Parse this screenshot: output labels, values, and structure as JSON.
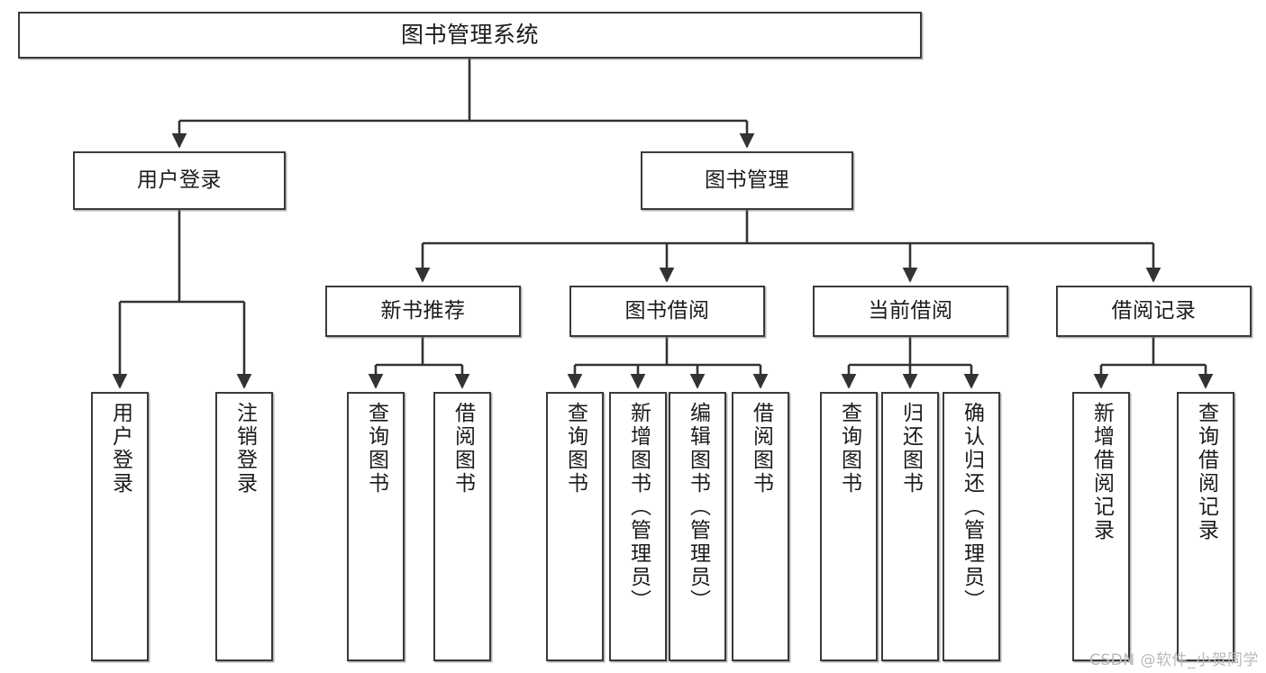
{
  "diagram": {
    "title": "图书管理系统",
    "type": "hierarchy-tree",
    "colors": {
      "box_border": "#3a3a3a",
      "box_fill": "#ffffff",
      "connector": "#333333",
      "watermark": "#b9b9b9",
      "background": "#ffffff"
    },
    "root": {
      "label": "图书管理系统"
    },
    "level2": [
      {
        "label": "用户登录"
      },
      {
        "label": "图书管理"
      }
    ],
    "level3": [
      {
        "label": "新书推荐"
      },
      {
        "label": "图书借阅"
      },
      {
        "label": "当前借阅"
      },
      {
        "label": "借阅记录"
      }
    ],
    "leaves": {
      "user_login": [
        {
          "label": "用户登录"
        },
        {
          "label": "注销登录"
        }
      ],
      "new_book": [
        {
          "label": "查询图书"
        },
        {
          "label": "借阅图书"
        }
      ],
      "book_borrow": [
        {
          "label": "查询图书"
        },
        {
          "label": "新增图书（管理员）"
        },
        {
          "label": "编辑图书（管理员）"
        },
        {
          "label": "借阅图书"
        }
      ],
      "current_borrow": [
        {
          "label": "查询图书"
        },
        {
          "label": "归还图书"
        },
        {
          "label": "确认归还（管理员）"
        }
      ],
      "borrow_record": [
        {
          "label": "新增借阅记录"
        },
        {
          "label": "查询借阅记录"
        }
      ]
    }
  },
  "watermark": {
    "text": "CSDN @软件_小贺同学"
  }
}
